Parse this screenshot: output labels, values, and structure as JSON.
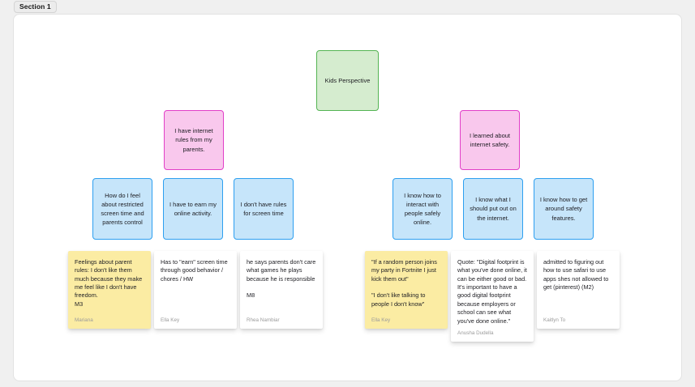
{
  "section": {
    "label": "Section 1"
  },
  "colors": {
    "green_fill": "#d5eccf",
    "green_border": "#54b453",
    "pink_fill": "#f9c8ed",
    "pink_border": "#e23fc8",
    "blue_fill": "#c6e5fa",
    "blue_border": "#2d9ff0",
    "yellow_sticky_fill": "#fbeca3",
    "white_sticky_fill": "#ffffff"
  },
  "shapes": {
    "root": {
      "text": "Kids Perspective"
    },
    "theme_left": {
      "text": "I have internet rules from my parents."
    },
    "theme_right": {
      "text": "I learned about internet safety."
    },
    "sub_left": [
      {
        "text": "How do I feel about restricted screen time and parents control"
      },
      {
        "text": "I have to earn my online activity."
      },
      {
        "text": "I don't have rules for screen time"
      }
    ],
    "sub_right": [
      {
        "text": "I know how to interact with people safely online."
      },
      {
        "text": "I know what I should put out on the internet."
      },
      {
        "text": "I know how to get around safety features."
      }
    ]
  },
  "stickies_left": [
    {
      "text": "Feelings about parent rules: I don't like them much because they make me feel like I don't have freedom.\nM3",
      "author": "Mariana",
      "color": "yellow"
    },
    {
      "text": "Has to \"earn\" screen time through good behavior / chores / HW",
      "author": "Ella Key",
      "color": "white"
    },
    {
      "text": "he says parents don't care what games he plays because he is responsible\n\nM8",
      "author": "Rhea Nambiar",
      "color": "white"
    }
  ],
  "stickies_right": [
    {
      "text": "\"If a random person joins my party in Fortnite I just kick them out\"\n\n\"I don't like talking to people I don't know\"",
      "author": "Ella Key",
      "color": "yellow"
    },
    {
      "text": "Quote: \"Digital footprint is what you've done online, it can be either good or bad. It's important to have a good digital footprint because employers or school can see what you've done online.\"",
      "author": "Anusha Dudella",
      "color": "white"
    },
    {
      "text": "admitted to figuring out how to use safari to use apps shes not allowed to get (pinterest) (M2)",
      "author": "Kaitlyn To",
      "color": "white"
    }
  ]
}
